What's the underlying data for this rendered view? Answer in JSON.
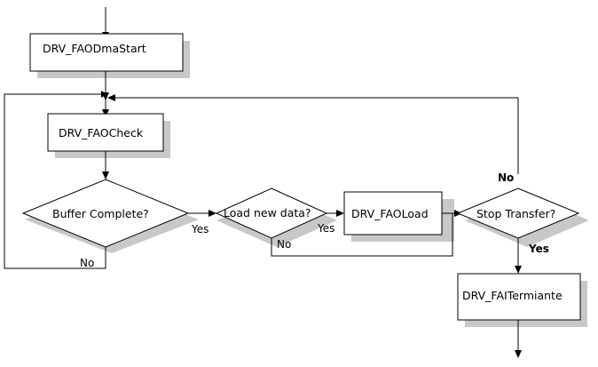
{
  "nodes": {
    "dma_start": "DRV_FAODmaStart",
    "check": "DRV_FAOCheck",
    "buffer_complete": "Buffer Complete?",
    "load_new_data": "Load new data?",
    "load": "DRV_FAOLoad",
    "stop_transfer": "Stop Transfer?",
    "terminate": "DRV_FAITermiante"
  },
  "edge_labels": {
    "buffer_yes": "Yes",
    "buffer_no": "No",
    "load_yes": "Yes",
    "load_no": "No",
    "stop_no": "No",
    "stop_yes": "Yes"
  }
}
